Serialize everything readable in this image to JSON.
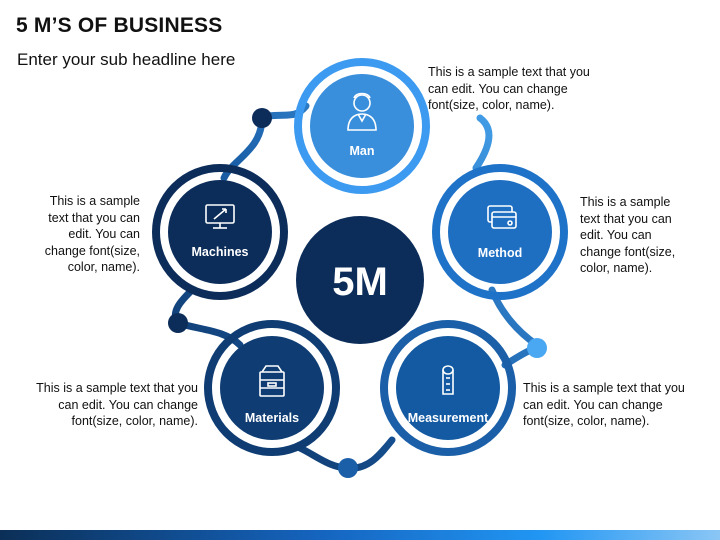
{
  "title": "5 M’S OF BUSINESS",
  "subtitle": "Enter your sub headline here",
  "center_label": "5M",
  "colors": {
    "dark_navy": "#0c2d5a",
    "navy": "#0f3d73",
    "mid_blue": "#1a5fa8",
    "blue": "#1e73c9",
    "light_blue": "#3c9bf0",
    "pale_blue": "#5bb1f5"
  },
  "items": [
    {
      "key": "man",
      "label": "Man",
      "icon": "person-icon",
      "description": "This is a sample text that you can edit. You can change font(size, color, name)."
    },
    {
      "key": "method",
      "label": "Method",
      "icon": "credit-cards-icon",
      "description": "This is a sample text that you can edit. You can change font(size, color, name)."
    },
    {
      "key": "measurement",
      "label": "Measurement",
      "icon": "measuring-tape-icon",
      "description": "This is a sample text that you can edit. You can change font(size, color, name)."
    },
    {
      "key": "materials",
      "label": "Materials",
      "icon": "storage-box-icon",
      "description": "This is a sample text that you can edit. You can change font(size, color, name)."
    },
    {
      "key": "machines",
      "label": "Machines",
      "icon": "computer-rocket-icon",
      "description": "This is a sample text that you can edit. You can change font(size, color, name)."
    }
  ]
}
